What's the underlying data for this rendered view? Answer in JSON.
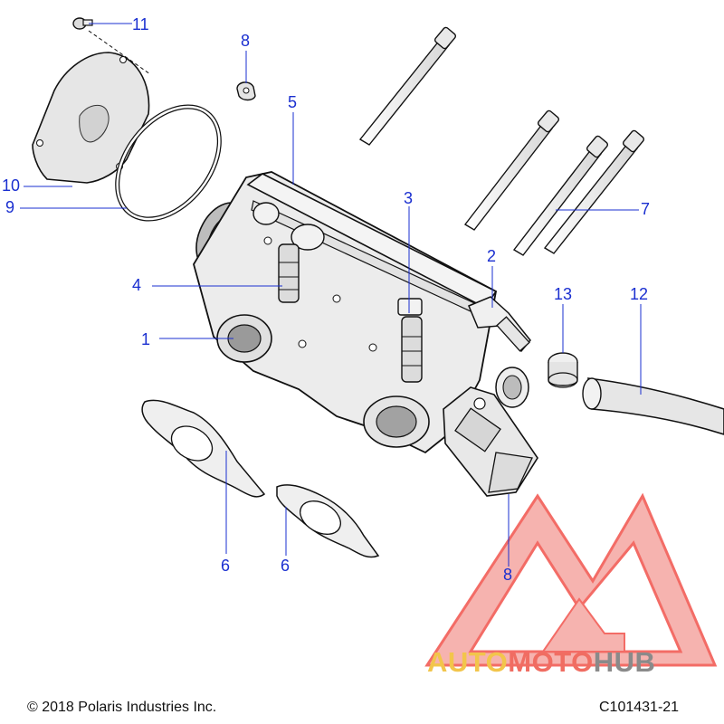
{
  "callouts": {
    "c1": "1",
    "c2": "2",
    "c3": "3",
    "c4": "4",
    "c5": "5",
    "c6a": "6",
    "c6b": "6",
    "c7": "7",
    "c8a": "8",
    "c8b": "8",
    "c9": "9",
    "c10": "10",
    "c11": "11",
    "c12": "12",
    "c13": "13"
  },
  "footer": {
    "copyright": "© 2018 Polaris Industries Inc.",
    "figure_code": "C101431-21"
  },
  "watermark": {
    "part1": "AUTO",
    "part2": "MOTO",
    "part3": "HUB"
  },
  "colors": {
    "callout": "#1a2fd0",
    "part_fill": "#ececec",
    "part_stroke": "#111111",
    "watermark_red": "#ef3b33",
    "watermark_yellow": "#f2c54b"
  }
}
